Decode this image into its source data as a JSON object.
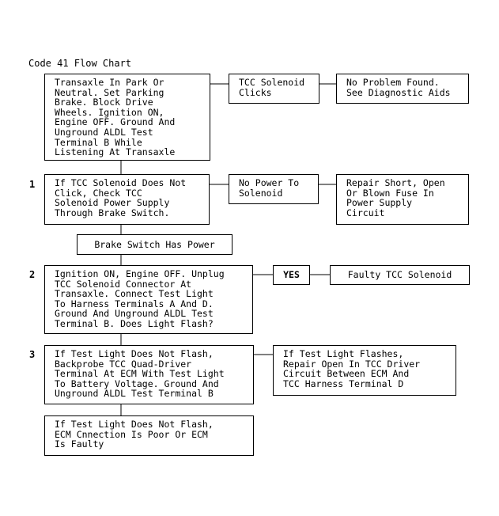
{
  "title": "Code 41 Flow Chart",
  "steps": [
    {
      "number": "1"
    },
    {
      "number": "2"
    },
    {
      "number": "3"
    }
  ],
  "boxes": {
    "start": "Transaxle In Park Or\nNeutral. Set Parking\nBrake. Block Drive\nWheels. Ignition ON,\nEngine OFF. Ground And\nUnground ALDL Test\nTerminal B While\nListening At Transaxle",
    "clicks": "TCC Solenoid\nClicks",
    "no_problem": "No Problem Found.\nSee Diagnostic Aids",
    "step1": "If TCC Solenoid Does Not\nClick, Check TCC\nSolenoid Power Supply\nThrough Brake Switch.",
    "no_power": "No Power To\nSolenoid",
    "repair_short": "Repair Short, Open\nOr Blown Fuse In\nPower Supply\nCircuit",
    "brake_power": "Brake Switch Has Power",
    "step2": "Ignition ON, Engine OFF. Unplug\nTCC Solenoid Connector At\nTransaxle. Connect Test Light\nTo Harness Terminals A And D.\nGround And Unground ALDL Test\nTerminal B. Does Light Flash?",
    "yes": "YES",
    "faulty": "Faulty TCC Solenoid",
    "step3": "If Test Light Does Not Flash,\nBackprobe TCC Quad-Driver\nTerminal At ECM With Test Light\nTo Battery Voltage. Ground And\nUnground ALDL Test Terminal B",
    "flashes": "If Test Light Flashes,\nRepair Open In TCC Driver\nCircuit Between ECM And\nTCC Harness Terminal D",
    "ecm": "If Test Light Does Not Flash,\nECM Cnnection Is Poor Or ECM\nIs Faulty"
  },
  "colors": {
    "line": "#000000",
    "background": "#ffffff"
  }
}
